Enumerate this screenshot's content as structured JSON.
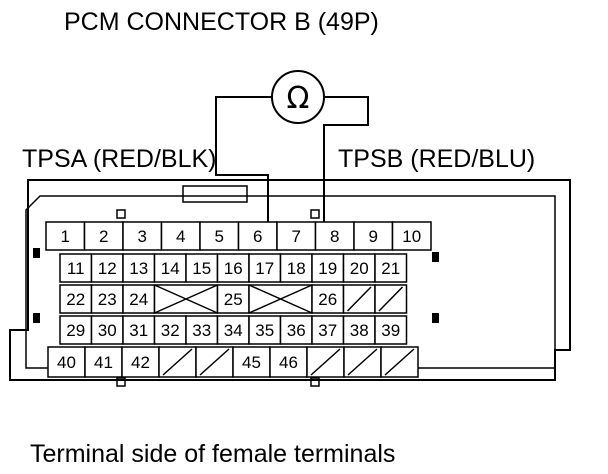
{
  "title": "PCM CONNECTOR B (49P)",
  "meter_symbol": "Ω",
  "meter_icon": "ohmmeter-icon",
  "tpsa_label": "TPSA (RED/BLK)",
  "tpsb_label": "TPSB (RED/BLU)",
  "caption": "Terminal side of female terminals",
  "rows": [
    [
      "1",
      "2",
      "3",
      "4",
      "5",
      "6",
      "7",
      "8",
      "9",
      "10"
    ],
    [
      "11",
      "12",
      "13",
      "14",
      "15",
      "16",
      "17",
      "18",
      "19",
      "20",
      "21"
    ],
    [
      "22",
      "23",
      "24",
      "",
      "25",
      "",
      "26",
      "",
      ""
    ],
    [
      "29",
      "30",
      "31",
      "32",
      "33",
      "34",
      "35",
      "36",
      "37",
      "38",
      "39"
    ],
    [
      "40",
      "41",
      "42",
      "",
      "",
      "45",
      "46",
      "",
      "",
      ""
    ]
  ],
  "probed_terminals": [
    "6",
    "8"
  ]
}
